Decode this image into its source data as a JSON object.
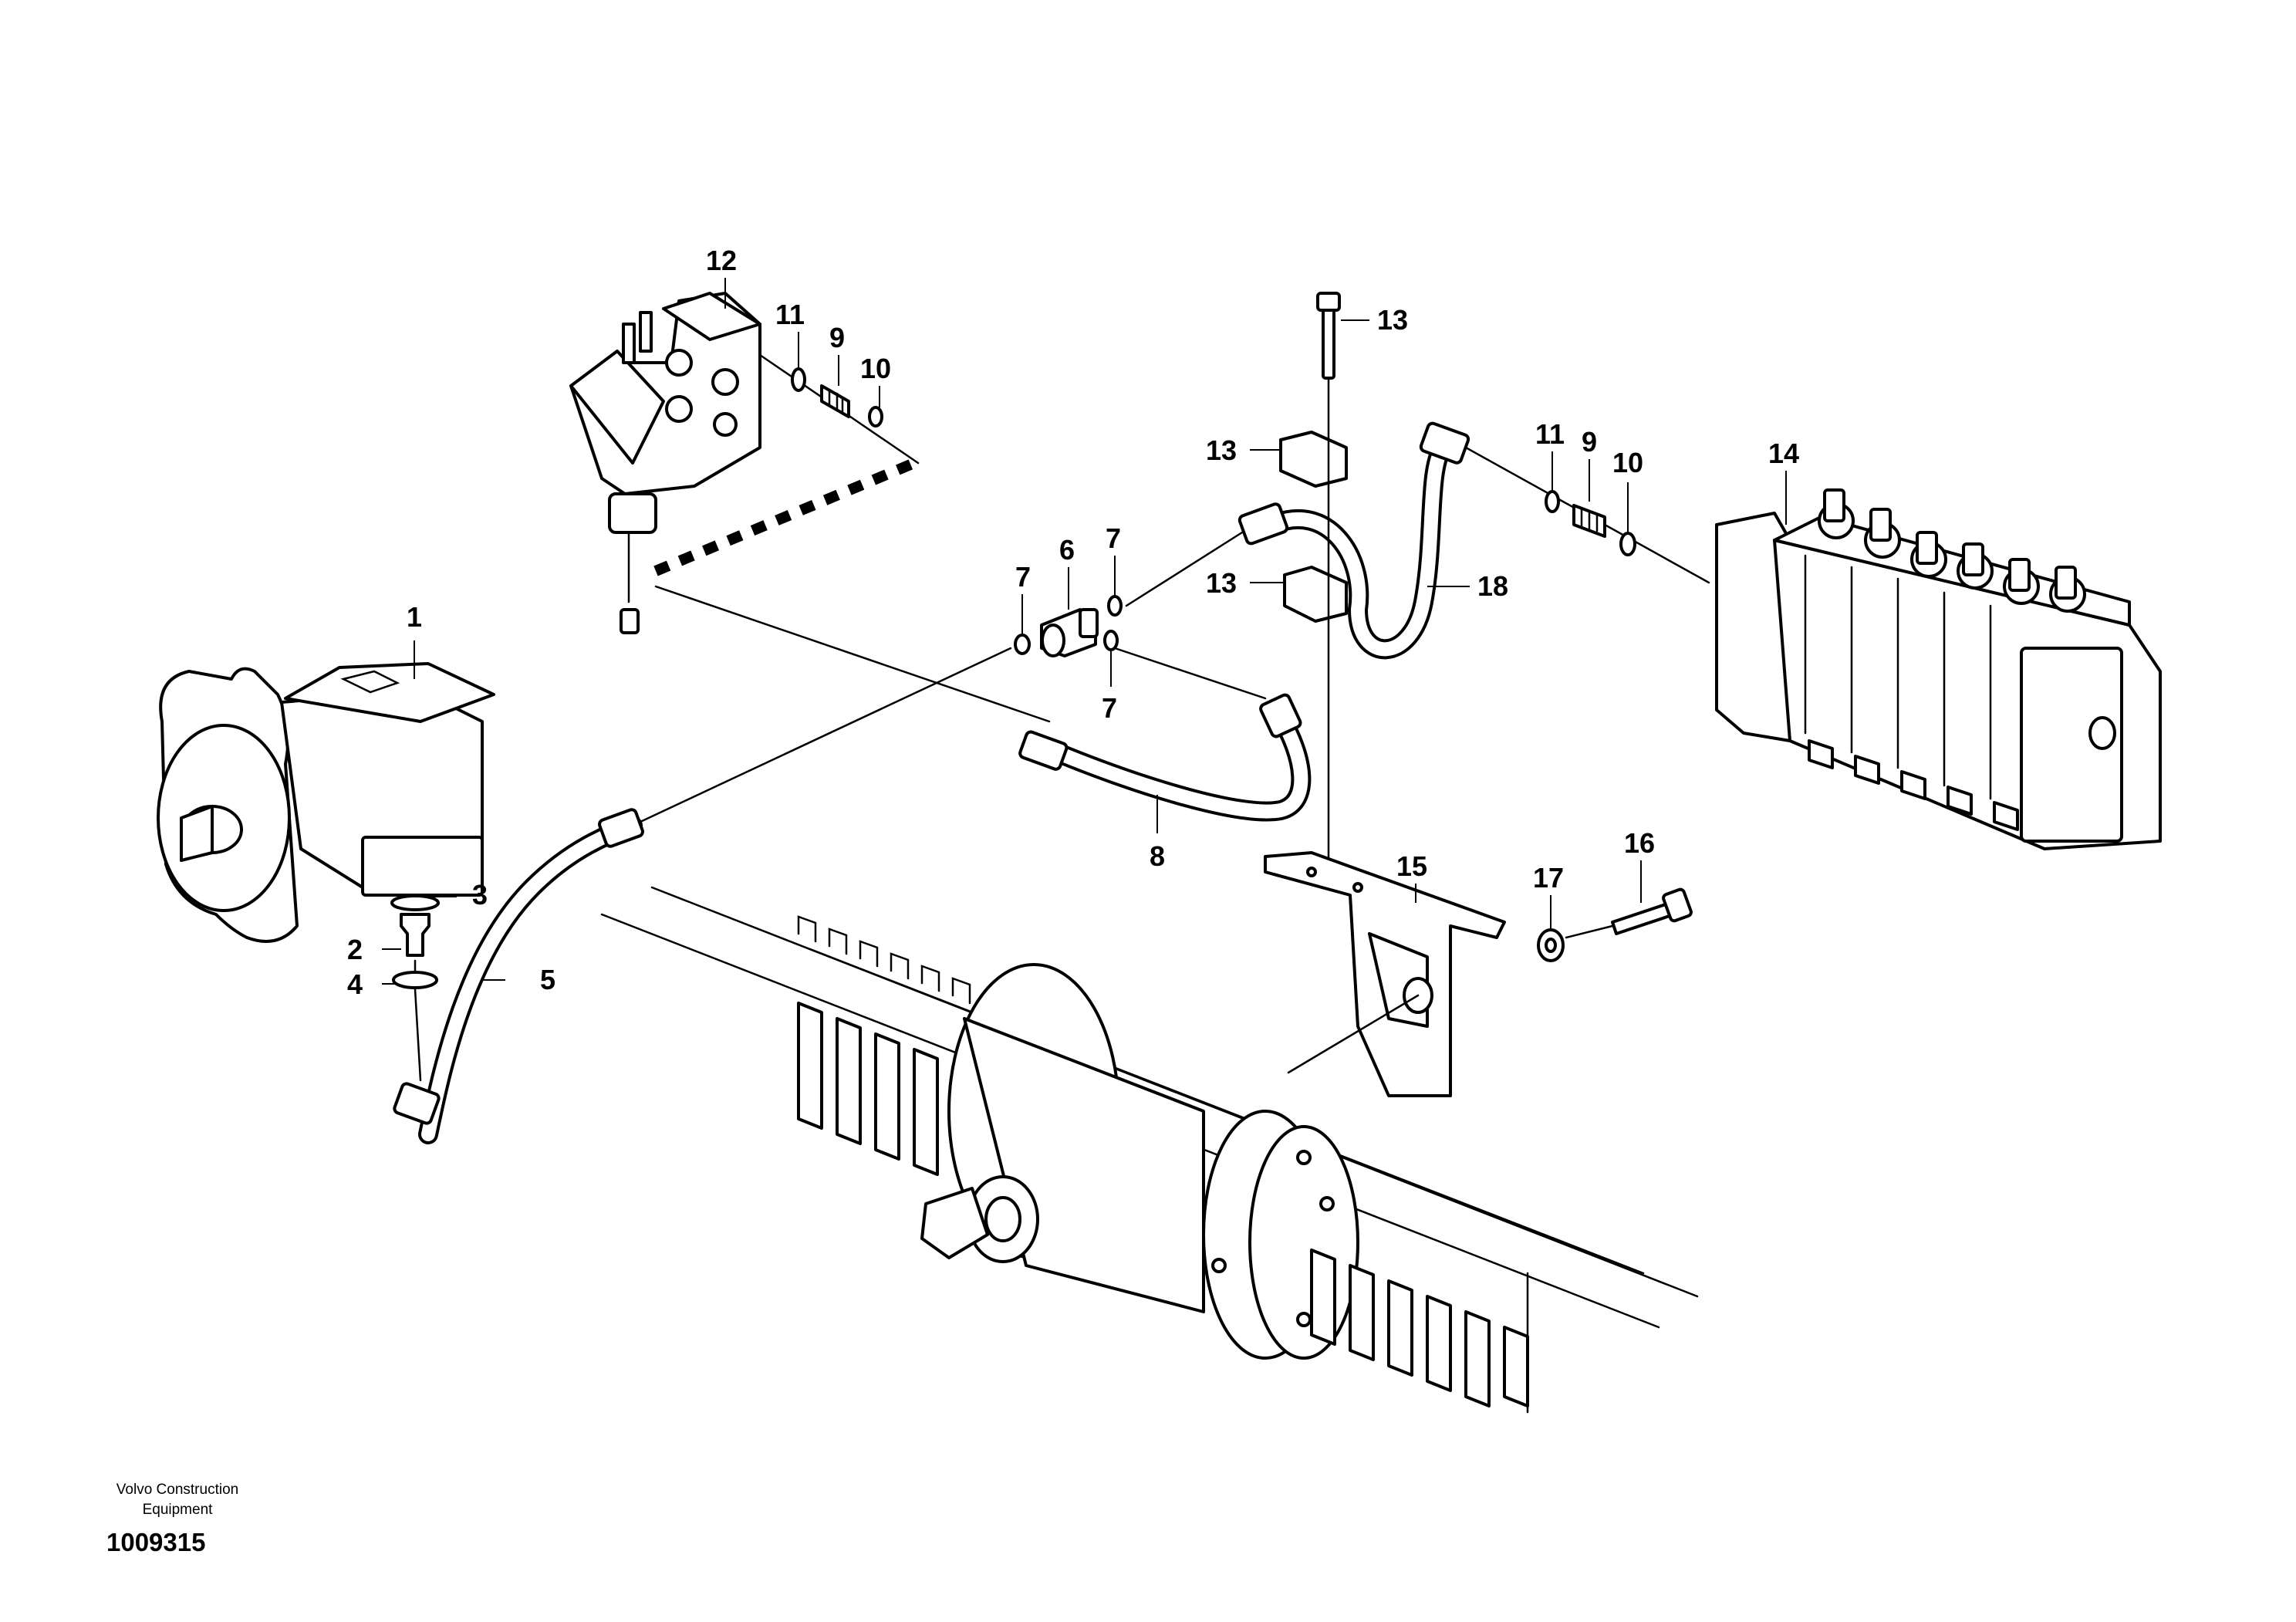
{
  "diagram": {
    "callouts": {
      "c1": "1",
      "c2": "2",
      "c3": "3",
      "c4": "4",
      "c5": "5",
      "c6": "6",
      "c7a": "7",
      "c7b": "7",
      "c7c": "7",
      "c8": "8",
      "c9a": "9",
      "c9b": "9",
      "c10a": "10",
      "c10b": "10",
      "c11a": "11",
      "c11b": "11",
      "c12": "12",
      "c13a": "13",
      "c13b": "13",
      "c13c": "13",
      "c14": "14",
      "c15": "15",
      "c16": "16",
      "c17": "17",
      "c18": "18"
    }
  },
  "footer": {
    "company_line1": "Volvo Construction",
    "company_line2": "Equipment",
    "document_number": "1009315"
  }
}
